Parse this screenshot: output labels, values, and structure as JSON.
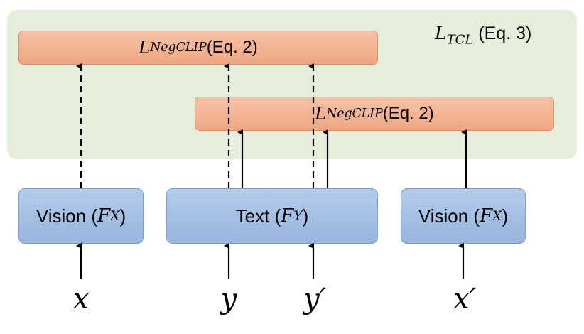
{
  "loss_top": {
    "main": "L",
    "sub": "NegCLIP",
    "suffix": " (Eq. 2)"
  },
  "loss_bottom": {
    "main": "L",
    "sub": "NegCLIP",
    "suffix": " (Eq. 2)"
  },
  "tcl_label": {
    "main": "L",
    "sub": "TCL",
    "suffix": " (Eq. 3)"
  },
  "encoders": {
    "vision_left": {
      "label": "Vision (",
      "main": "F",
      "sub": "X",
      "close": ")"
    },
    "text": {
      "label": "Text (",
      "main": "F",
      "sub": "Y",
      "close": ")"
    },
    "vision_right": {
      "label": "Vision (",
      "main": "F",
      "sub": "X",
      "close": ")"
    }
  },
  "inputs": {
    "x": "x",
    "y": "y",
    "y_prime": "y′",
    "x_prime": "x′"
  },
  "colors": {
    "region": "#e4eedb",
    "loss_fill": "#f0a683",
    "encoder_fill": "#a8c1e6"
  }
}
